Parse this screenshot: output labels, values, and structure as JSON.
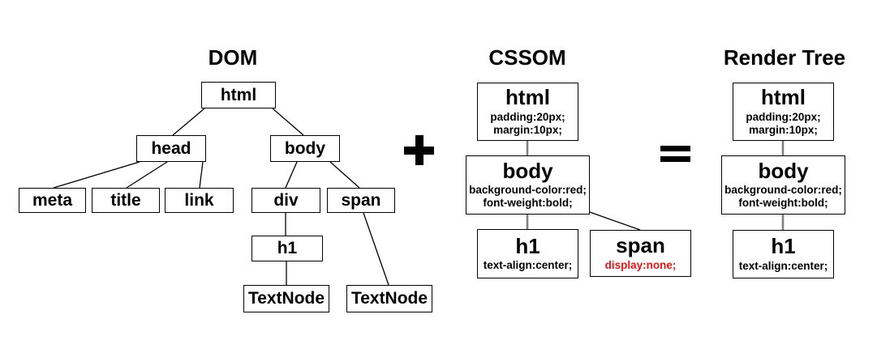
{
  "diagram": {
    "titles": {
      "dom": "DOM",
      "cssom": "CSSOM",
      "render_tree": "Render Tree"
    },
    "operators": {
      "plus": "+",
      "equals": "="
    },
    "dom": {
      "html": "html",
      "head": "head",
      "body": "body",
      "meta": "meta",
      "title": "title",
      "link": "link",
      "div": "div",
      "span": "span",
      "h1": "h1",
      "textnode_left": "TextNode",
      "textnode_right": "TextNode"
    },
    "cssom": {
      "html": {
        "name": "html",
        "props": [
          "padding:20px;",
          "margin:10px;"
        ]
      },
      "body": {
        "name": "body",
        "props": [
          "background-color:red;",
          "font-weight:bold;"
        ]
      },
      "h1": {
        "name": "h1",
        "props": [
          "text-align:center;"
        ]
      },
      "span": {
        "name": "span",
        "props": [
          "display:none;"
        ]
      }
    },
    "render_tree": {
      "html": {
        "name": "html",
        "props": [
          "padding:20px;",
          "margin:10px;"
        ]
      },
      "body": {
        "name": "body",
        "props": [
          "background-color:red;",
          "font-weight:bold;"
        ]
      },
      "h1": {
        "name": "h1",
        "props": [
          "text-align:center;"
        ]
      }
    },
    "colors": {
      "background": "#ffffff",
      "box_border": "#000000",
      "text": "#000000",
      "connector_black": "#000000",
      "connector_gray": "#808080",
      "highlight_red": "#f01212"
    }
  }
}
